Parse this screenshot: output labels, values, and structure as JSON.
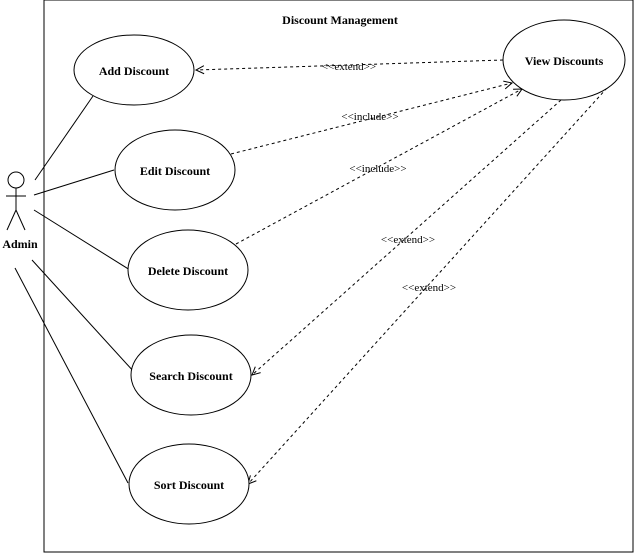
{
  "system": {
    "title": "Discount Management"
  },
  "actor": {
    "name": "Admin"
  },
  "use_cases": {
    "add": "Add Discount",
    "edit": "Edit Discount",
    "delete": "Delete Discount",
    "search": "Search Discount",
    "sort": "Sort Discount",
    "view": "View Discounts"
  },
  "relations": {
    "add_extend": "<<extend>>",
    "edit_include": "<<include>>",
    "delete_include": "<<include>>",
    "search_extend": "<<extend>>",
    "sort_extend": "<<extend>>"
  }
}
